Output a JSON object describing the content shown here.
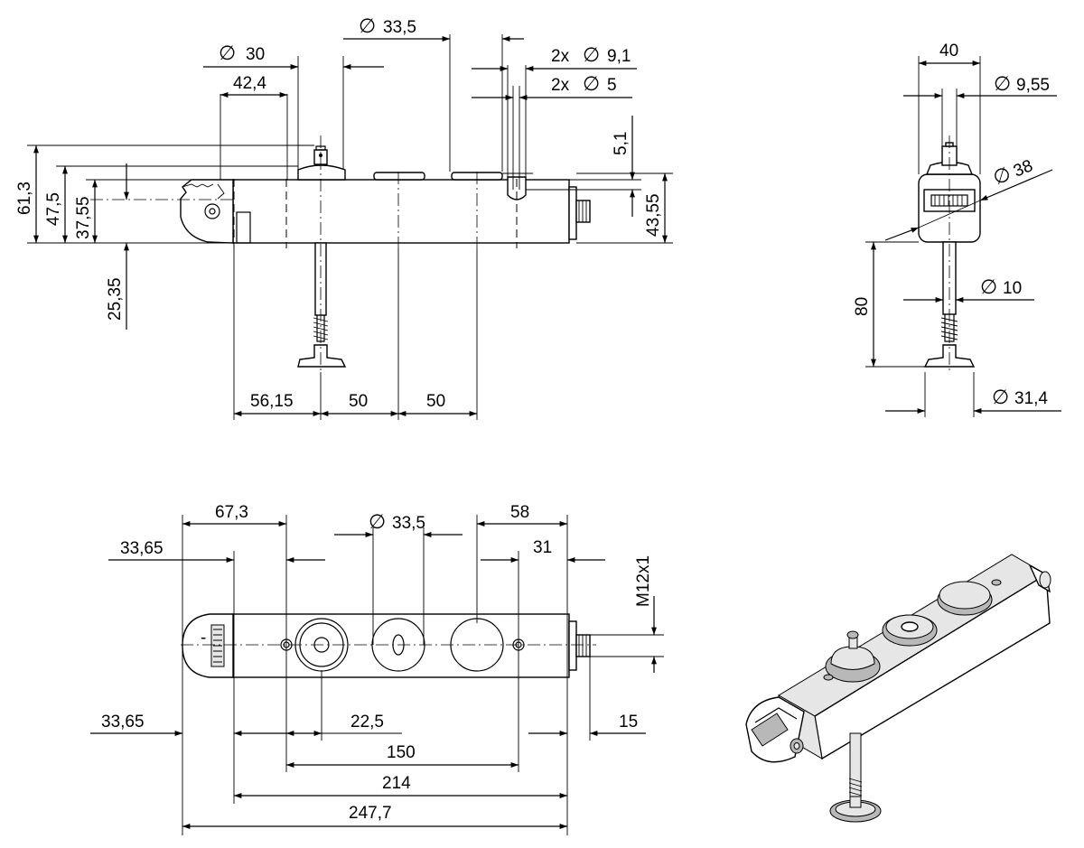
{
  "views": {
    "front": {
      "dims": {
        "d30": "30",
        "d33_5": "33,5",
        "d9_1": "9,1",
        "d9_1_prefix": "2x",
        "d5": "5",
        "d5_prefix": "2x",
        "w42_4": "42,4",
        "h61_3": "61,3",
        "h47_5": "47,5",
        "h37_55": "37,55",
        "h25_35": "25,35",
        "h5_1": "5,1",
        "h43_55": "43,55",
        "w56_15": "56,15",
        "w50a": "50",
        "w50b": "50"
      }
    },
    "side": {
      "dims": {
        "w40": "40",
        "d9_55": "9,55",
        "d38": "38",
        "h80": "80",
        "d10": "10",
        "d31_4": "31,4"
      }
    },
    "top": {
      "dims": {
        "w67_3": "67,3",
        "d33_5": "33,5",
        "w58": "58",
        "w33_65_top": "33,65",
        "w31": "31",
        "m12": "M12x1",
        "w33_65_bot": "33,65",
        "w22_5": "22,5",
        "w15": "15",
        "w150": "150",
        "w214": "214",
        "w247_7": "247,7"
      },
      "minus_sign": "-"
    }
  },
  "diameter_symbol": "∅"
}
